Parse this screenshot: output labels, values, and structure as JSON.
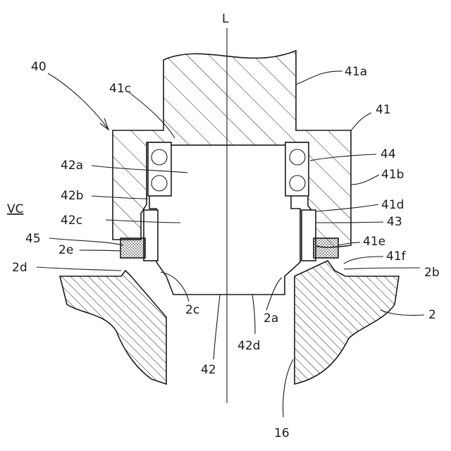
{
  "figure": {
    "labels": {
      "axis": "L",
      "assembly": "40",
      "p41a": "41a",
      "p41c": "41c",
      "p41": "41",
      "p44": "44",
      "p42a": "42a",
      "p41b": "41b",
      "p42b": "42b",
      "vc": "VC",
      "p41d": "41d",
      "p42c": "42c",
      "p43": "43",
      "p45": "45",
      "p41e": "41e",
      "p2e": "2e",
      "p41f": "41f",
      "p2d": "2d",
      "p2b": "2b",
      "p2c": "2c",
      "p2a": "2a",
      "p2": "2",
      "p42": "42",
      "p42d": "42d",
      "p16": "16"
    }
  }
}
